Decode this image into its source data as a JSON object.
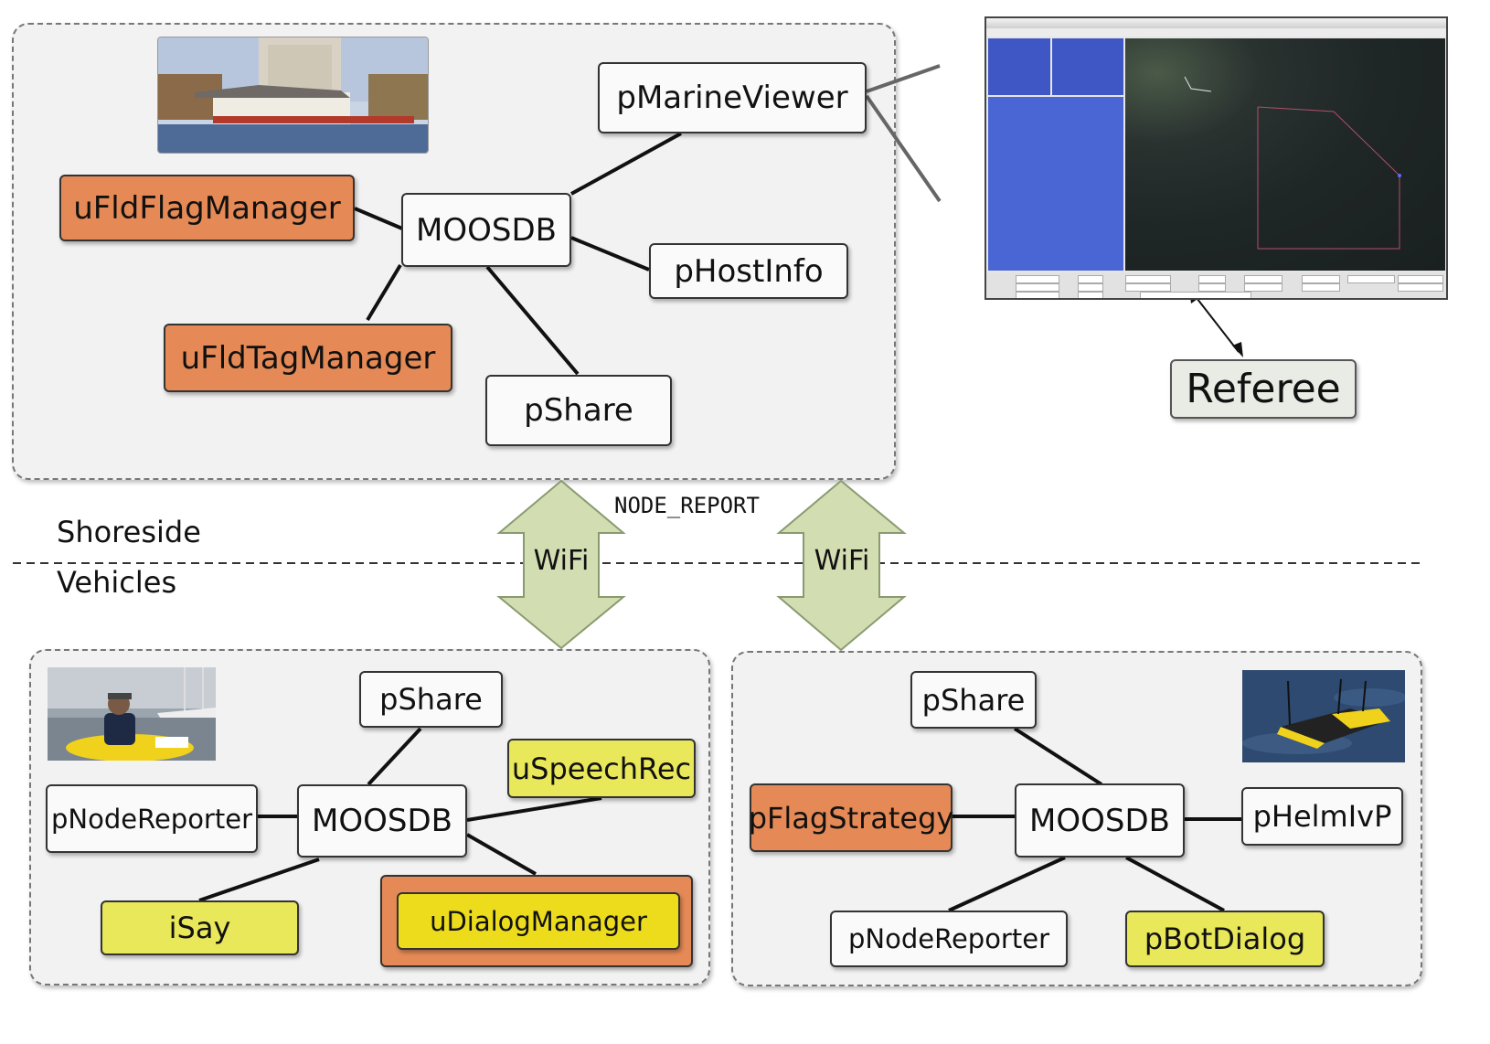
{
  "shoreside": {
    "region_label": "Shoreside",
    "moosdb": "MOOSDB",
    "marine_viewer": "pMarineViewer",
    "flag_manager": "uFldFlagManager",
    "tag_manager": "uFldTagManager",
    "host_info": "pHostInfo",
    "share": "pShare",
    "referee": "Referee",
    "photo": "building-by-river-photo"
  },
  "divider": {
    "vehicles_label": "Vehicles",
    "node_report": "NODE_REPORT",
    "wifi_left": "WiFi",
    "wifi_right": "WiFi"
  },
  "vehicle_left": {
    "share": "pShare",
    "moosdb": "MOOSDB",
    "node_reporter": "pNodeReporter",
    "speech_rec": "uSpeechRec",
    "isay": "iSay",
    "dialog_manager": "uDialogManager",
    "photo": "person-on-kayak-photo"
  },
  "vehicle_right": {
    "share": "pShare",
    "moosdb": "MOOSDB",
    "flag_strategy": "pFlagStrategy",
    "helm": "pHelmIvP",
    "node_reporter": "pNodeReporter",
    "bot_dialog": "pBotDialog",
    "photo": "yellow-robot-boat-photo"
  },
  "colors": {
    "orange": "#e58a56",
    "yellow": "#e8e85a",
    "arrow_fill": "#d3ddb2",
    "referee_bg": "#e8ece4"
  }
}
